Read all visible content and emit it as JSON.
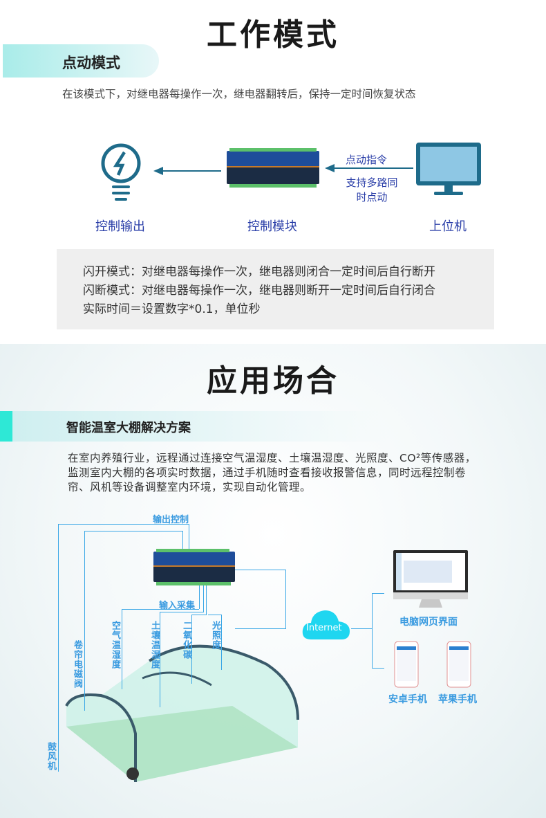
{
  "section1": {
    "title": "工作模式",
    "mode_tag": "点动模式",
    "description": "在该模式下，对继电器每操作一次，继电器翻转后，保持一定时间恢复状态",
    "diagram": {
      "output_label": "控制输出",
      "module_label": "控制模块",
      "host_label": "上位机",
      "command_label": "点动指令",
      "multi_label": "支持多路同时点动"
    },
    "notes": [
      "闪开模式：对继电器每操作一次，继电器则闭合一定时间后自行断开",
      "闪断模式：对继电器每操作一次，继电器则断开一定时间后自行闭合",
      "实际时间＝设置数字*0.1，单位秒"
    ]
  },
  "section2": {
    "title": "应用场合",
    "scenario_tag": "智能温室大棚解决方案",
    "description": "在室内养殖行业，远程通过连接空气温湿度、土壤温湿度、光照度、CO²等传感器，监测室内大棚的各项实时数据，通过手机随时查看接收报警信息，同时远程控制卷帘、风机等设备调整室内环境，实现自动化管理。",
    "labels": {
      "output_control": "输出控制",
      "input_collect": "输入采集",
      "air": "空气温湿度",
      "soil": "土壤温湿度",
      "co2": "二氧化碳",
      "light": "光照度",
      "curtain": "卷帘电磁阀",
      "fan": "鼓风机",
      "internet": "Internet",
      "pc": "电脑网页界面",
      "android": "安卓手机",
      "iphone": "苹果手机"
    }
  },
  "colors": {
    "accent": "#2a3ea8",
    "line_blue": "#3aa7e6",
    "cloud": "#1fd6f0",
    "teal": "#2ee8d6"
  }
}
